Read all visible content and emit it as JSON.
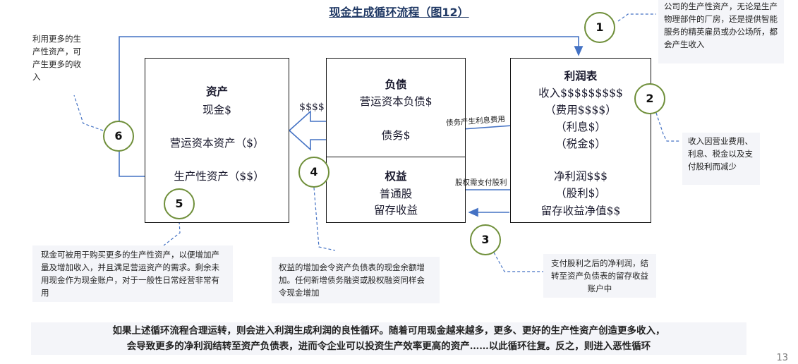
{
  "title": "现金生成循环流程（图12）",
  "assets_box": {
    "heading": "资产",
    "lines": [
      "现金$",
      "营运资本资产（$）",
      "生产性资产（$$）"
    ]
  },
  "liabilities_box": {
    "heading": "负债",
    "lines": [
      "营运资本负债$",
      "债务$"
    ]
  },
  "equity_box": {
    "heading": "权益",
    "lines": [
      "普通股",
      "留存收益"
    ]
  },
  "income_box": {
    "heading": "利润表",
    "lines": [
      "收入$$$$$$$$$",
      "（费用$$$$）",
      "（利息$）",
      "（税金$）",
      "净利润$$$",
      "（股利$）",
      "留存收益净值$$"
    ]
  },
  "arrow_label": "$$$$",
  "flow_labels": {
    "debt_interest": "债务产生利息费用",
    "equity_dividend": "股权需支付股利"
  },
  "circles": [
    "1",
    "2",
    "3",
    "4",
    "5",
    "6"
  ],
  "notes": {
    "n1": "公司的生产性资产，无论是生产物理部件的厂房，还是提供智能服务的精英雇员或办公场所，都会产生收入",
    "n2": "收入因营业费用、利息、税金以及支付股利而减少",
    "n3": "支付股利之后的净利润，结转至资产负债表的留存收益账户中",
    "n4": "权益的增加会令资产负债表的现金余额增加。任何新增债务融资或股权融资同样会令现金增加",
    "n5": "现金可被用于购买更多的生产性资产，以便增加产量及增加收入，并且满足营运资产的需求。剩余未用现金作为现金账户，对于一般性日常经营非常有用",
    "n6": "利用更多的生产性资产，可产生更多的收入"
  },
  "bottom_text": {
    "line1": "如果上述循环流程合理运转，则会进入利润生成利润的良性循环。随着可用现金越来越多，更多、更好的生产性资产创造更多收入，",
    "line2": "会导致更多的净利润结转至资产负债表，进而令企业可以投资生产效率更高的资产……以此循环往复。反之，则进入恶性循环"
  },
  "page_number": "13",
  "colors": {
    "connector": "#4472c4",
    "circle_border": "#6f8f3a",
    "title": "#1f3864"
  }
}
